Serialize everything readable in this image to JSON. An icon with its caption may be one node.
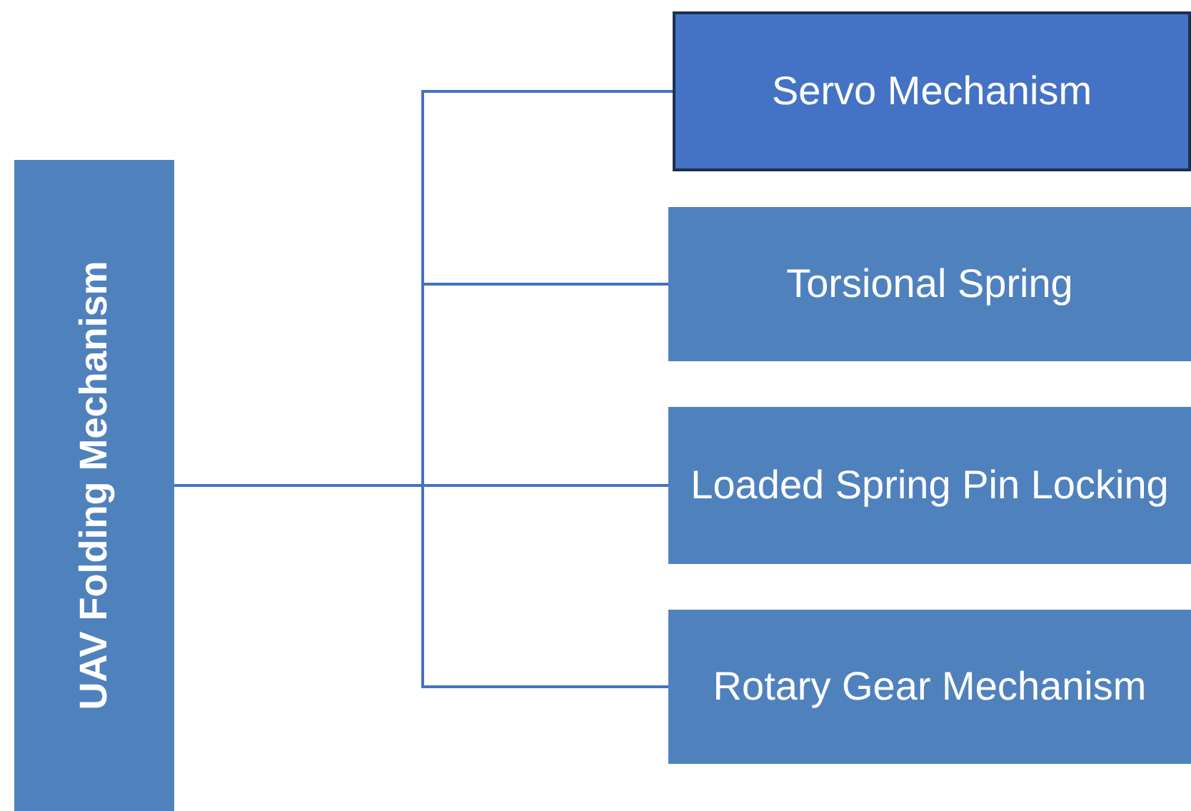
{
  "diagram": {
    "nodes": [
      {
        "text": [
          "UAV Folding Mechanism"
        ]
      },
      {
        "text": [
          "Servo Mechanism"
        ]
      },
      {
        "text": [
          "Torsional Spring"
        ]
      },
      {
        "text": [
          "Loaded Spring Pin Locking"
        ]
      },
      {
        "text": [
          "Rotary Gear Mechanism"
        ]
      }
    ],
    "edges": [
      {
        "from": 0,
        "to": 1,
        "arrow": "none"
      },
      {
        "from": 0,
        "to": 2,
        "arrow": "none"
      },
      {
        "from": 0,
        "to": 3,
        "arrow": "none"
      },
      {
        "from": 0,
        "to": 4,
        "arrow": "none"
      }
    ]
  }
}
